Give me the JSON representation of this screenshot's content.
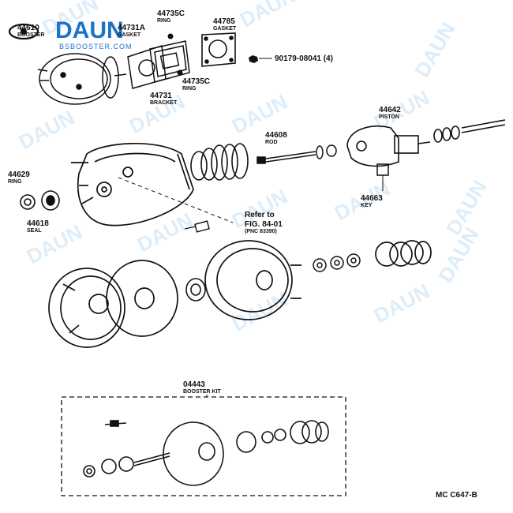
{
  "watermark": {
    "text": "DAUN",
    "color": "#6ab0e6"
  },
  "logo": {
    "text": "DAUN",
    "url": "BSBOOSTER.COM",
    "color": "#1e73c8"
  },
  "labels": {
    "p44610": {
      "num": "44610",
      "sub": "BOOSTER"
    },
    "p44731a": {
      "num": "44731A",
      "sub": "GASKET"
    },
    "p44735c_top": {
      "num": "44735C",
      "sub": "RING"
    },
    "p44785": {
      "num": "44785",
      "sub": "GASKET"
    },
    "p90179": {
      "num": "90179-08041 (4)"
    },
    "p44735c_mid": {
      "num": "44735C",
      "sub": "RING"
    },
    "p44731": {
      "num": "44731",
      "sub": "BRACKET"
    },
    "p44608": {
      "num": "44608",
      "sub": "ROD"
    },
    "p44642": {
      "num": "44642",
      "sub": "PISTON"
    },
    "p44663": {
      "num": "44663",
      "sub": "KEY"
    },
    "p44629": {
      "num": "44629",
      "sub": "RING"
    },
    "p44618": {
      "num": "44618",
      "sub": "SEAL"
    },
    "refer": {
      "l1": "Refer to",
      "l2": "FIG. 84-01",
      "l3": "(PNC 83390)"
    },
    "p04443": {
      "num": "04443",
      "sub": "BOOSTER KIT"
    }
  },
  "footer_code": "MC  C647-B"
}
